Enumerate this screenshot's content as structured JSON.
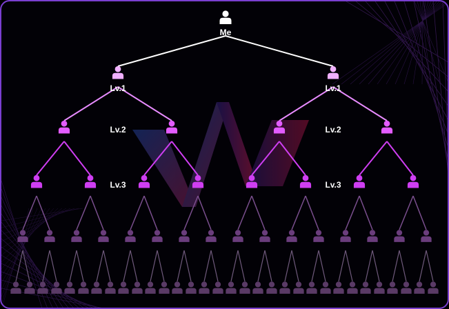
{
  "root": {
    "label": "Me"
  },
  "level_labels": {
    "lv1": "Lv.1",
    "lv2": "Lv.2",
    "lv3": "Lv.3"
  },
  "colors": {
    "frame": "#7a3fd0",
    "me": "#ffffff",
    "lv1": "#f0b0ff",
    "lv2": "#e35cff",
    "lv3": "#cf3ef2",
    "lv4": "#6a3d7c",
    "lv5": "#5a3a66",
    "edge_top": "#ffffff",
    "edge_lv1": "#e88cff",
    "edge_lv2": "#cf3ef2",
    "edge_lv3": "#7a4f8e",
    "edge_lv4": "#6f5a7c"
  },
  "icons": {
    "person": "person-icon",
    "logo": "wn-logo-watermark"
  }
}
